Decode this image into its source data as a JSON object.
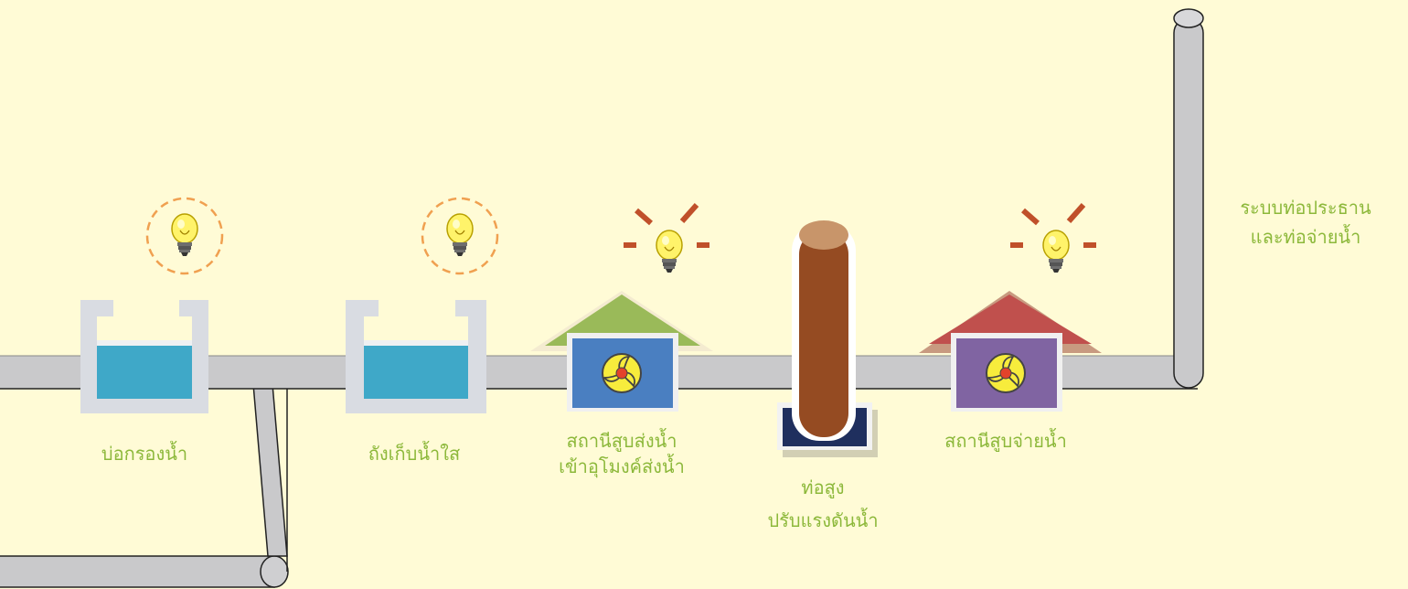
{
  "labels": {
    "filter_pond": "บ่อกรองน้ำ",
    "clear_water_tank": "ถังเก็บน้ำใส",
    "intake_pump_station_line1": "สถานีสูบส่งน้ำ",
    "intake_pump_station_line2": "เข้าอุโมงค์ส่งน้ำ",
    "standpipe_line1": "ท่อสูง",
    "standpipe_line2": "ปรับแรงดันน้ำ",
    "distribution_pump_station": "สถานีสูบจ่ายน้ำ",
    "pipe_network_line1": "ระบบท่อประธาน",
    "pipe_network_line2": "และท่อจ่ายน้ำ"
  },
  "icons": [
    "lightbulb-icon",
    "pump-fan-icon"
  ],
  "colors": {
    "background": "#FFFBD6",
    "label_text": "#8CB83A",
    "pipe": "#C9C9CB",
    "water": "#3FA8C8",
    "roof_green": "#9ABA59",
    "roof_red": "#C0504D",
    "pump_blue": "#4A7FC1",
    "pump_purple": "#8064A2",
    "standpipe": "#954B22",
    "bulb_ring": "#F0A050"
  }
}
